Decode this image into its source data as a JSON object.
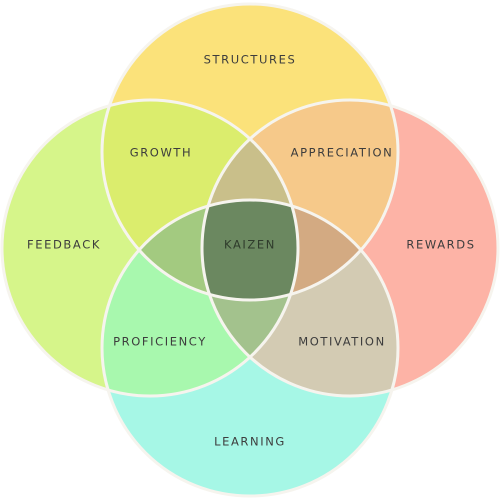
{
  "diagram": {
    "circles": {
      "structures": {
        "label": "STRUCTURES",
        "color": "#fbe27a"
      },
      "feedback": {
        "label": "FEEDBACK",
        "color": "#d6f58a"
      },
      "rewards": {
        "label": "REWARDS",
        "color": "#fdb3a6"
      },
      "learning": {
        "label": "LEARNING",
        "color": "#a6f7e6"
      }
    },
    "overlaps": {
      "growth": {
        "label": "GROWTH",
        "color": "#dbed6d"
      },
      "appreciation": {
        "label": "APPRECIATION",
        "color": "#f6c98a"
      },
      "proficiency": {
        "label": "PROFICIENCY",
        "color": "#a8f8ae"
      },
      "motivation": {
        "label": "MOTIVATION",
        "color": "#d3cbb3"
      },
      "top_lens": {
        "color": "#c9bf8a"
      },
      "left_lens": {
        "color": "#a3ca80"
      },
      "right_lens": {
        "color": "#d3aa82"
      },
      "bottom_lens": {
        "color": "#a3c28d"
      }
    },
    "center": {
      "label": "KAIZEN",
      "color": "#6b8860"
    }
  }
}
